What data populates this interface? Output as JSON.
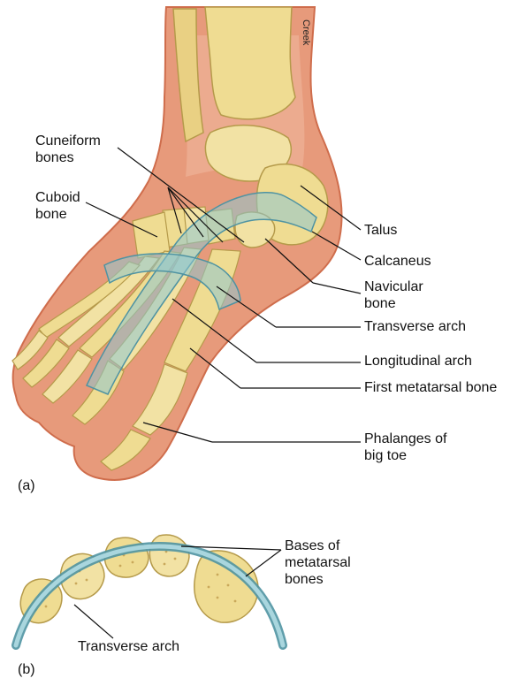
{
  "credit": "Creek",
  "panels": {
    "a": "(a)",
    "b": "(b)"
  },
  "labels_a": {
    "cuneiform_line1": "Cuneiform",
    "cuneiform_line2": "bones",
    "cuboid_line1": "Cuboid",
    "cuboid_line2": "bone",
    "talus": "Talus",
    "calcaneus": "Calcaneus",
    "navicular_line1": "Navicular",
    "navicular_line2": "bone",
    "transverse_arch": "Transverse arch",
    "longitudinal_arch": "Longitudinal arch",
    "first_metatarsal": "First metatarsal bone",
    "phalanges_line1": "Phalanges of",
    "phalanges_line2": "big toe"
  },
  "labels_b": {
    "bases_line1": "Bases of",
    "bases_line2": "metatarsal",
    "bases_line3": "bones",
    "transverse_arch": "Transverse arch"
  },
  "colors": {
    "skin": "#e79a7b",
    "skin_edge": "#cf6d4c",
    "bone": "#efdc92",
    "bone_edge": "#b59a4a",
    "arch": "#8ec6d0",
    "arch_edge": "#4f93a2",
    "leader": "#111111"
  }
}
